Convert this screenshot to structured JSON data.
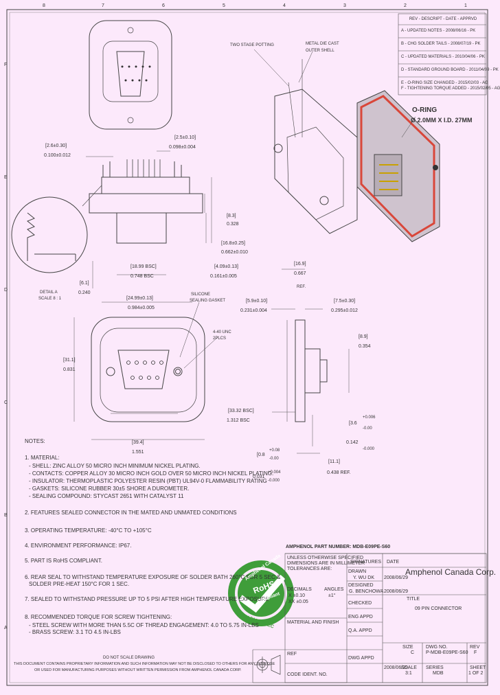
{
  "border": {
    "top_labels": [
      "8",
      "7",
      "6",
      "5",
      "4",
      "3",
      "2",
      "1"
    ],
    "side_labels": [
      "F",
      "E",
      "D",
      "C",
      "B",
      "A"
    ]
  },
  "revision_table": {
    "header": "REV - DESCRIPT - DATE - APPRVD",
    "rows": [
      "A - UPDATED NOTES - 2008/06/16 - PK",
      "B - CHG SOLDER TAILS - 2008/07/19 - PK",
      "C - UPDATED MATERIALS - 2010/04/06 - PK",
      "D - STANDARD GROUND BOARD - 2011/04/09 - PK",
      "E - O-RING SIZE CHANGED - 2015/02/03 - AG",
      "F - TIGHTENING TORQUE ADDED - 2015/02/05 - AG"
    ]
  },
  "callouts": {
    "two_stage_potting": "TWO STAGE POTTING",
    "metal_diecast": "METAL DIE CAST",
    "outer_shell": "OUTER SHELL",
    "oring_title": "O-RING",
    "oring_size": "Ø 2.0MM X I.D. 27MM",
    "silicone": "SILICONE",
    "sealing_gasket": "SEALING GASKET",
    "thread_spec": "4-40 UNC",
    "thread_places": "2PLCS",
    "detail_title": "DETAIL A",
    "detail_scale": "SCALE 8 : 1",
    "ref": "REF."
  },
  "dimensions": {
    "d1_mm": "[2.6±0.30]",
    "d1_in": "0.100±0.012",
    "d2_mm": "[2.5±0.10]",
    "d2_in": "0.098±0.004",
    "d3_mm": "[8.3]",
    "d3_in": "0.328",
    "d4_mm": "[16.8±0.25]",
    "d4_in": "0.662±0.010",
    "d5_mm": "[18.99 BSC]",
    "d5_in": "0.748 BSC",
    "d6_mm": "[4.09±0.13]",
    "d6_in": "0.161±0.005",
    "d7_mm": "[6.1]",
    "d7_in": "0.240",
    "d8_mm": "[16.9]",
    "d8_in": "0.667",
    "d9_mm": "[24.99±0.13]",
    "d9_in": "0.984±0.005",
    "d10_mm": "[31.1]",
    "d10_in": "0.831",
    "d11_mm": "[5.9±0.10]",
    "d11_in": "0.231±0.004",
    "d12_mm": "[7.5±0.30]",
    "d12_in": "0.295±0.012",
    "d13_mm": "[8.9]",
    "d13_in": "0.354",
    "d14_mm": "[33.32 BSC]",
    "d14_in": "1.312 BSC",
    "d15_mm": "[39.4]",
    "d15_in": "1.551",
    "d16_top": "+0.006",
    "d16_mm": "[3.6",
    "d16_mid": "-0.00",
    "d16_in": "0.142",
    "d16_bot": "-0.000",
    "d17_mm": "[0.8",
    "d17_top": "+0.08",
    "d17_bot": "-0.00",
    "d17_in": "0.031",
    "d17_in_top": "+0.004",
    "d17_in_bot": "-0.000",
    "d18_mm": "[11.1]",
    "d18_in": "0.438 REF."
  },
  "notes": {
    "title": "NOTES:",
    "n1": "1. MATERIAL:",
    "n1a": "- SHELL: ZINC ALLOY 50 MICRO INCH MINIMUM NICKEL PLATING.",
    "n1b": "- CONTACTS: COPPER ALLOY 30 MICRO INCH GOLD OVER 50 MICRO INCH NICKEL PLATING.",
    "n1c": "- INSULATOR: THERMOPLASTIC POLYESTER RESIN (PBT) UL94V-0 FLAMMABILITY RATING",
    "n1d": "- GASKETS: SILICONE RUBBER 30±5 SHORE A DUROMETER.",
    "n1e": "- SEALING COMPOUND: STYCAST 2651 WITH CATALYST 11",
    "n2": "2. FEATURES SEALED CONNECTOR IN THE MATED AND UNMATED CONDITIONS",
    "n3": "3. OPERATING TEMPERATURE: -40°C TO +105°C",
    "n4": "4. ENVIRONMENT PERFORMANCE: IP67.",
    "n5": "5. PART IS RoHS COMPLIANT.",
    "n6a": "6. REAR SEAL TO WITHSTAND TEMPERATURE EXPOSURE OF SOLDER BATH 260°C FOR 5 SEC &",
    "n6b": "SOLDER PRE-HEAT 150°C FOR 1 SEC.",
    "n7": "7. SEALED TO WITHSTAND PRESSURE UP TO 5 PSI AFTER HIGH TEMPERATURE EXPOSURE",
    "n8": "8. RECOMMENDED TORQUE FOR SCREW TIGHTENING:",
    "n8a": "- STEEL SCREW WITH MORE THAN 5.5C OF THREAD ENGAGEMENT: 4.0 TO 5.75 IN-LBS",
    "n8b": "- BRASS SCREW: 3.1 TO 4.5 IN-LBS"
  },
  "badge": {
    "top_text": "Amphenol Canada",
    "middle": "RoHS",
    "compliant": "Compliant",
    "bottom_text": "ELV 2002/95/EC"
  },
  "disclaimer": {
    "line1": "DO NOT SCALE DRAWING",
    "line2": "THIS DOCUMENT CONTAINS PROPRIETARY INFORMATION AND SUCH INFORMATION MAY NOT BE DISCLOSED TO OTHERS FOR ANY PURPOSE",
    "line3": "OR USED FOR MANUFACTURING PURPOSES WITHOUT WRITTEN PERMISSION FROM AMPHENOL CANADA CORP."
  },
  "title_block": {
    "part_number": "AMPHENOL PART NUMBER: MDB-E09PE-S60",
    "tolerance_1": "UNLESS OTHERWISE SPECIFIED",
    "tolerance_2": "DIMENSIONS ARE IN MILLIMETER",
    "tolerance_3": "TOLERANCES ARE:",
    "decimals": "DECIMALS",
    "dec1": "X    ±0.10",
    "dec2": "XX  ±0.05",
    "angles": "ANGLES",
    "angles_val": "±1°",
    "material_finish": "MATERIAL AND FINISH",
    "code_ident": "CODE IDENT. NO.",
    "ref": "REF",
    "signatures_h": "SIGNATURES",
    "date_h": "DATE",
    "drawn": "DRAWN",
    "drawn_by": "Y. WU DK",
    "drawn_date": "2008/06/29",
    "designed": "DESIGNED",
    "designed_by": "G. BENCHOWA",
    "designed_date": "2008/06/29",
    "checked": "CHECKED",
    "engapp": "ENG APPD",
    "qa": "Q.A. APPD",
    "dwg_appd": "DWG APPD",
    "dwg_appd_date": "2008/06/29",
    "company": "Amphenol Canada Corp.",
    "title_label": "TITLE",
    "title": "09 PIN CONNECTOR",
    "size_label": "SIZE",
    "size": "C",
    "dwg_no_label": "DWG NO.",
    "dwg_no": "P-MDB-E09PE-S60",
    "rev_label": "REV",
    "rev": "F",
    "scale_label": "SCALE",
    "scale": "3:1",
    "series_label": "SERIES",
    "series": "MDB",
    "sheet_label": "SHEET",
    "sheet": "1 OF 2"
  },
  "colors": {
    "background": "#fce9fb",
    "line": "#333333",
    "badge_green": "#3f9d3a",
    "oring_red": "#d9473a"
  }
}
